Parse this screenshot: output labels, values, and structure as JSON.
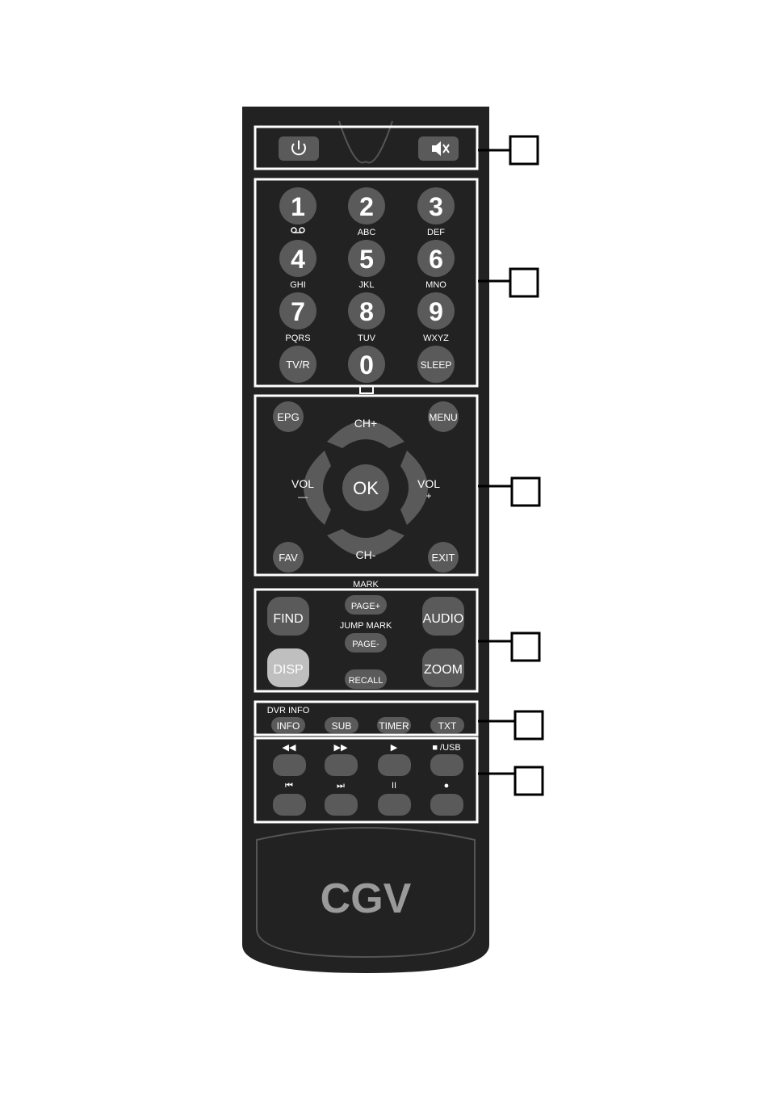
{
  "brand": "CGV",
  "colors": {
    "body": "#222222",
    "button": "#5a5a5a",
    "button_light": "#bfbfbf",
    "section_outline": "#ffffff",
    "callout": "#000000"
  },
  "power_section": {
    "power_icon": "power-icon",
    "mute_icon": "mute-icon"
  },
  "numpad": {
    "keys": [
      "1",
      "2",
      "3",
      "4",
      "5",
      "6",
      "7",
      "8",
      "9",
      "TV/R",
      "0",
      "SLEEP"
    ],
    "letters": [
      "ABC",
      "DEF",
      "GHI",
      "JKL",
      "MNO",
      "PQRS",
      "TUV",
      "WXYZ"
    ]
  },
  "navigation": {
    "epg": "EPG",
    "menu": "MENU",
    "ch_up": "CH+",
    "ch_down": "CH-",
    "vol_minus": "VOL",
    "vol_minus_sign": "—",
    "vol_plus": "VOL",
    "vol_plus_sign": "+",
    "ok": "OK",
    "fav": "FAV",
    "exit": "EXIT"
  },
  "function_section": {
    "mark_label": "MARK",
    "jump_mark_label": "JUMP MARK",
    "find": "FIND",
    "page_up": "PAGE+",
    "audio": "AUDIO",
    "page_down": "PAGE-",
    "disp": "DISP",
    "recall": "RECALL",
    "zoom": "ZOOM"
  },
  "info_section": {
    "dvr_info_label": "DVR INFO",
    "buttons": [
      "INFO",
      "SUB",
      "TIMER",
      "TXT"
    ]
  },
  "playback_section": {
    "row1_symbols": [
      "◀◀",
      "▶▶",
      "▶",
      "■ /USB"
    ],
    "row2_symbols": [
      "⏮",
      "⏭",
      "II",
      "●"
    ]
  }
}
